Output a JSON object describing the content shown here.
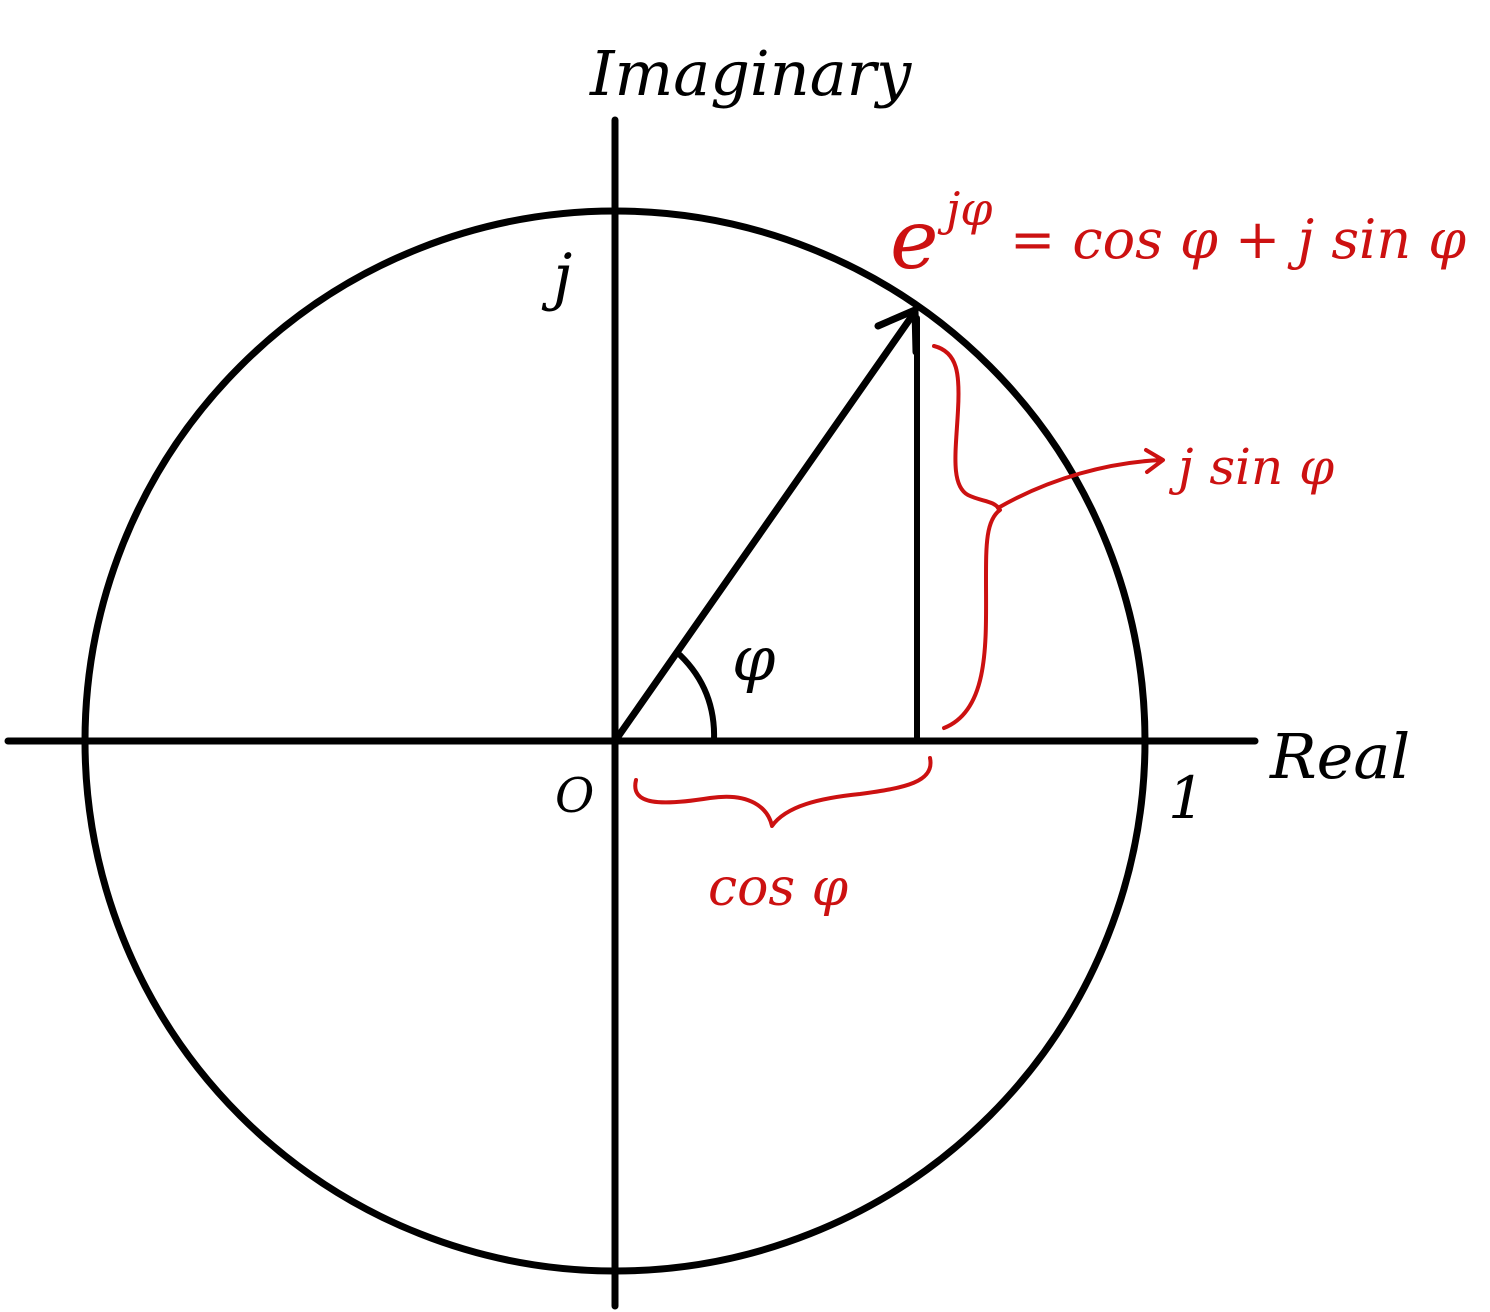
{
  "labels": {
    "imaginary_axis": "Imaginary",
    "real_axis": "Real",
    "origin": "O",
    "j_tick": "j",
    "one_tick": "1",
    "angle": "φ",
    "euler_base": "e",
    "euler_exponent": "jφ",
    "euler_rhs": "= cos φ + j sin φ",
    "sin_brace": "j sin φ",
    "cos_brace": "cos φ"
  },
  "colors": {
    "ink": "#000000",
    "annotation": "#cc1111"
  }
}
